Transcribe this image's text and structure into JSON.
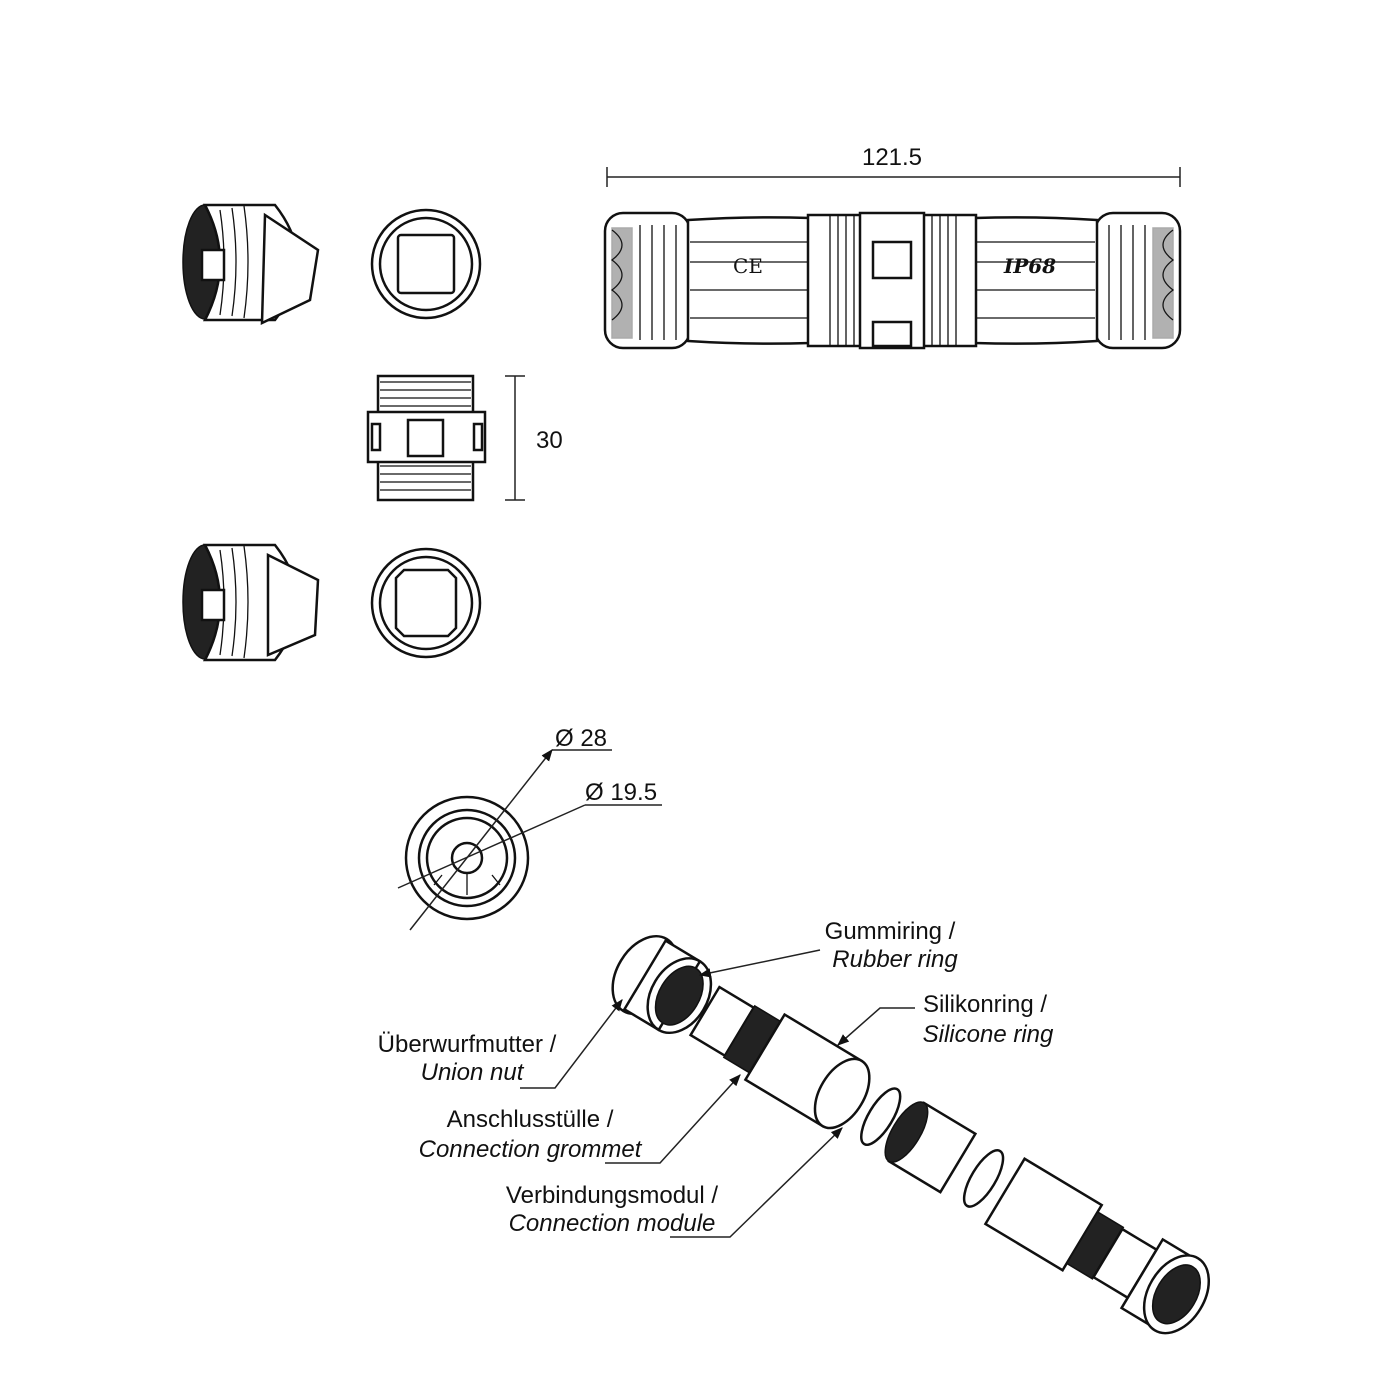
{
  "dimensions": {
    "length": "121.5",
    "height": "30",
    "outer_diameter": "Ø 28",
    "inner_diameter": "Ø 19.5"
  },
  "markings": {
    "ce": "CE",
    "ip": "IP68"
  },
  "labels": {
    "rubber_ring_de": "Gummiring /",
    "rubber_ring_en": "Rubber ring",
    "silicone_ring_de": "Silikonring /",
    "silicone_ring_en": "Silicone ring",
    "union_nut_de": "Überwurfmutter /",
    "union_nut_en": "Union nut",
    "grommet_de": "Anschlusstülle /",
    "grommet_en": "Connection grommet",
    "module_de": "Verbindungsmodul /",
    "module_en": "Connection module"
  }
}
